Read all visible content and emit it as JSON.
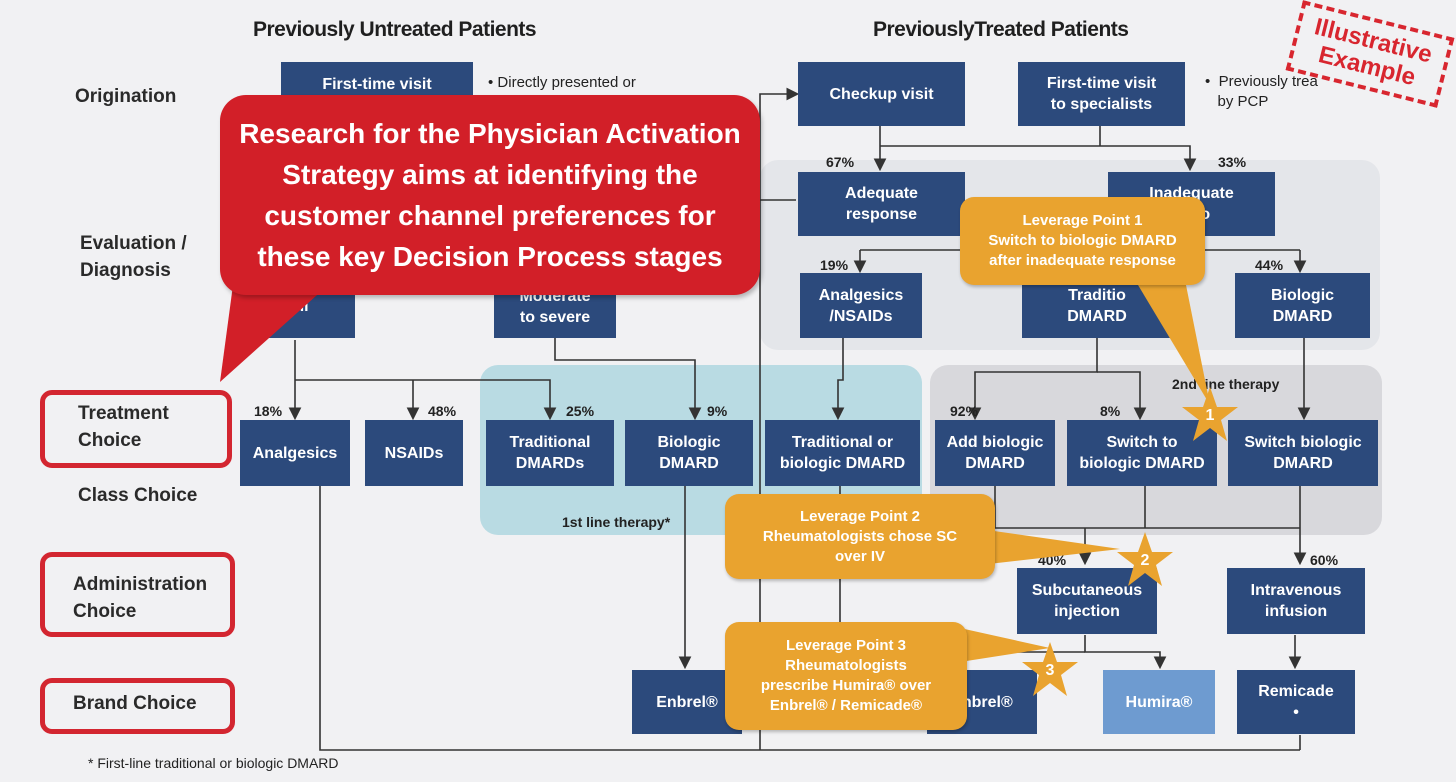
{
  "headers": {
    "untreated": "Previously Untreated Patients",
    "treated": "PreviouslyTreated Patients"
  },
  "stamp": "Illustrative Example",
  "stages": {
    "origination": "Origination",
    "evaluation": "Evaluation / Diagnosis",
    "treatment": "Treatment Choice",
    "class": "Class Choice",
    "administration": "Administration Choice",
    "brand": "Brand Choice"
  },
  "nodes": {
    "first_time_visit": "First-time visit",
    "checkup_visit": "Checkup visit",
    "first_time_specialists": "First-time visit\nto specialists",
    "adequate_response": "Adequate\nresponse",
    "inadequate_response": "Inadequate\nse to",
    "mild": "Mil",
    "moderate_severe": "Moderate\nto severe",
    "analgesics_nsaids": "Analgesics\n/NSAIDs",
    "traditional_dmard": "Traditio\nDMARD",
    "biologic_dmard_top": "Biologic\nDMARD",
    "analgesics": "Analgesics",
    "nsaids": "NSAIDs",
    "traditional_dmards": "Traditional\nDMARDs",
    "biologic_dmard": "Biologic\nDMARD",
    "trad_or_bio": "Traditional or\nbiologic DMARD",
    "add_biologic": "Add biologic\nDMARD",
    "switch_to_biologic": "Switch to\nbiologic DMARD",
    "switch_biologic": "Switch biologic\nDMARD",
    "subcutaneous": "Subcutaneous\ninjection",
    "intravenous": "Intravenous\ninfusion",
    "enbrel_left": "Enbrel®",
    "enbrel_right": "Enbrel®",
    "humira": "Humira®",
    "remicade": "Remicade\n•"
  },
  "notes": {
    "directly_presented": "•  Directly presented or",
    "previously_treated": "•  Previously trea\n   by PCP"
  },
  "percents": {
    "p67": "67%",
    "p33": "33%",
    "p19": "19%",
    "p44": "44%",
    "p18": "18%",
    "p48": "48%",
    "p25": "25%",
    "p9": "9%",
    "p92": "92%",
    "p8": "8%",
    "p40": "40%",
    "p60": "60%"
  },
  "bands": {
    "first_line": "1st line therapy*",
    "second_line": "2nd line therapy"
  },
  "callout": "Research for the  Physician Activation Strategy aims at identifying the customer channel preferences for these key Decision Process stages",
  "levers": {
    "lp1": "Leverage Point 1\nSwitch to biologic DMARD\nafter inadequate response",
    "lp2": "Leverage Point 2\nRheumatologists chose SC\nover IV",
    "lp3": "Leverage Point 3\nRheumatologists\nprescribe Humira® over\nEnbrel® / Remicade®"
  },
  "stars": {
    "s1": "1",
    "s2": "2",
    "s3": "3"
  },
  "footnote": "* First-line traditional or biologic DMARD",
  "colors": {
    "node": "#2c4a7c",
    "node_light": "#6e9bd0",
    "callout": "#d21f28",
    "lever": "#e9a32f"
  }
}
